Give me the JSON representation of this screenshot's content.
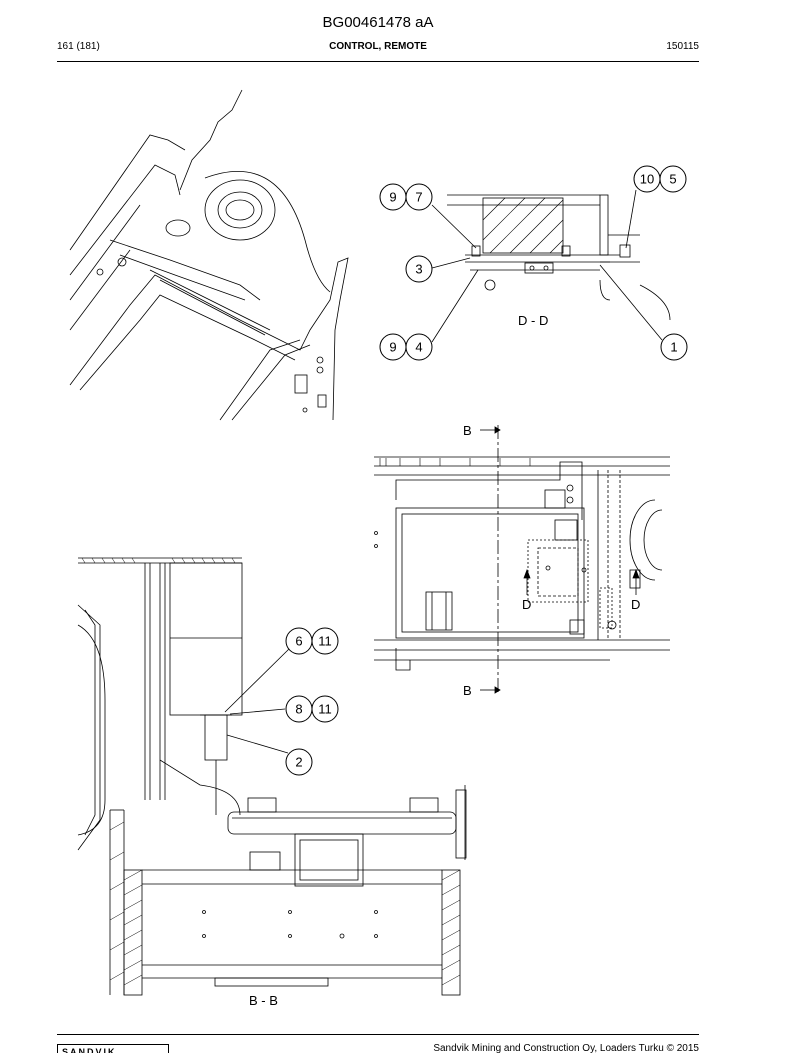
{
  "header": {
    "doc_id": "BG00461478 aA",
    "page": "161 (181)",
    "section": "CONTROL, REMOTE",
    "date": "150115"
  },
  "callouts": {
    "c9a": "9",
    "c7": "7",
    "c10": "10",
    "c5": "5",
    "c3": "3",
    "c9b": "9",
    "c4": "4",
    "c1": "1",
    "c6": "6",
    "c11a": "11",
    "c8": "8",
    "c11b": "11",
    "c2": "2"
  },
  "labels": {
    "section_dd": "D - D",
    "section_bb": "B - B",
    "b_top": "B",
    "b_bottom": "B",
    "d_left": "D",
    "d_right": "D"
  },
  "footer": {
    "logo": "SANDVIK",
    "copyright": "Sandvik Mining and Construction Oy, Loaders Turku © 2015"
  }
}
